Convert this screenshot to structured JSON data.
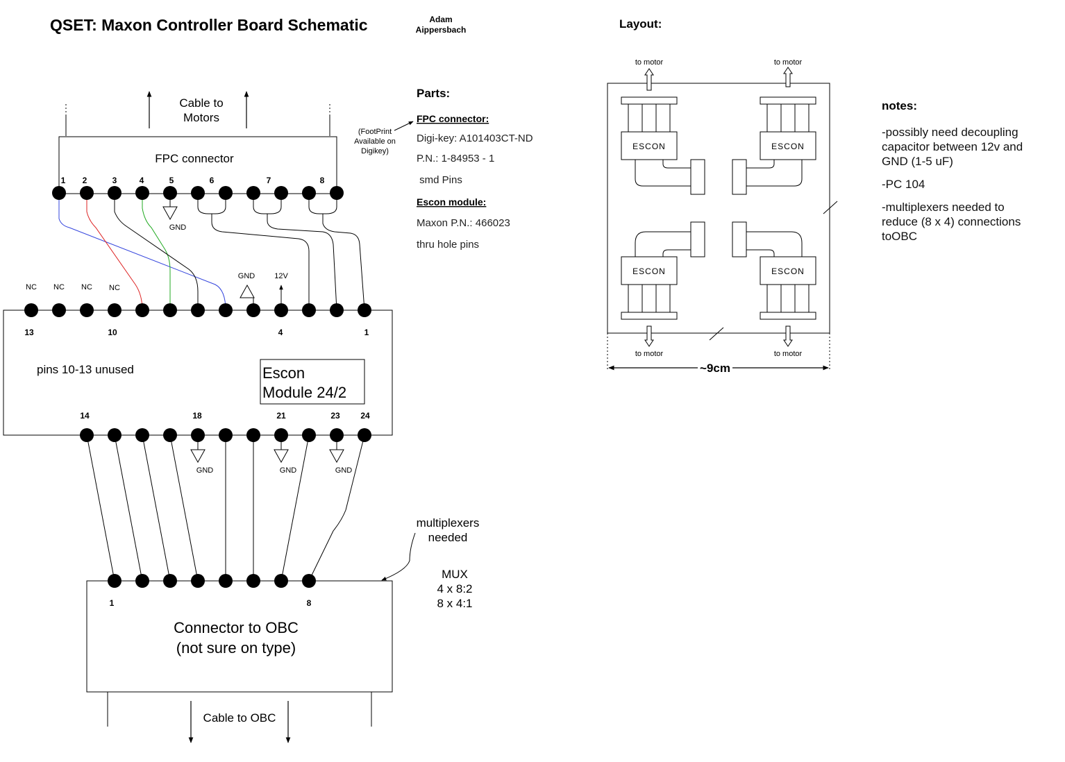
{
  "title": "QSET: Maxon Controller Board Schematic",
  "author": [
    "Adam",
    "Aippersbach"
  ],
  "schematic": {
    "cable_to_motors": [
      "Cable to",
      "Motors"
    ],
    "fpc_connector_label": "FPC connector",
    "fpc_pin_numbers": [
      "1",
      "2",
      "3",
      "4",
      "5",
      "6",
      "7",
      "8"
    ],
    "footprint_note": [
      "(FootPrint",
      "Available on",
      "Digikey)"
    ],
    "gnd": "GND",
    "v12": "12V",
    "nc": "NC",
    "escon_top_pin_numbers": [
      "13",
      "10",
      "4",
      "1"
    ],
    "escon_bottom_pin_numbers": [
      "14",
      "18",
      "21",
      "23",
      "24"
    ],
    "pins_unused": "pins 10-13 unused",
    "escon_module_label": [
      "Escon",
      "Module 24/2"
    ],
    "multiplexers_needed": [
      "multiplexers",
      "needed"
    ],
    "mux_text": [
      "MUX",
      "4 x 8:2",
      "8 x 4:1"
    ],
    "obc_pin_numbers": [
      "1",
      "8"
    ],
    "obc_connector_label": [
      "Connector to OBC",
      "(not sure on type)"
    ],
    "cable_to_obc": "Cable to OBC"
  },
  "parts": {
    "heading": "Parts:",
    "fpc_heading": "FPC connector:",
    "fpc_lines": [
      "Digi-key: A101403CT-ND",
      "P.N.: 1-84953 - 1",
      " smd Pins"
    ],
    "escon_heading": "Escon module:",
    "escon_lines": [
      "Maxon P.N.: 466023",
      "thru hole pins"
    ]
  },
  "layout": {
    "heading": "Layout:",
    "to_motor": "to motor",
    "escon": "ESCON",
    "dimension": "~9cm"
  },
  "notes": {
    "heading": "notes:",
    "items": [
      [
        "-possibly need decoupling",
        "capacitor between 12v and",
        "GND (1-5 uF)"
      ],
      [
        "-PC 104"
      ],
      [
        "-multiplexers needed to",
        "reduce (8 x 4) connections",
        "toOBC"
      ]
    ]
  },
  "colors": {
    "wire_blue": "#3344dd",
    "wire_red": "#dd2222",
    "wire_green": "#22aa22",
    "line": "#000000"
  }
}
